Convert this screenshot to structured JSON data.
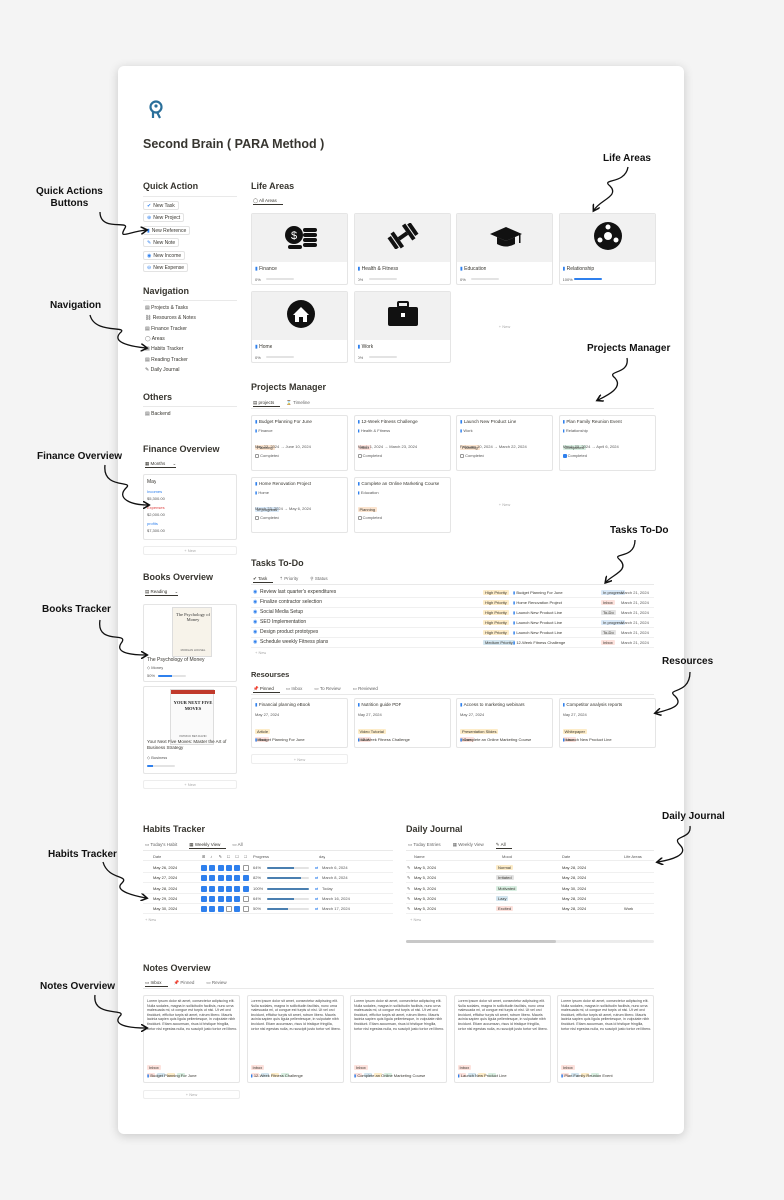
{
  "page": {
    "title": "Second Brain ( PARA Method )"
  },
  "annotations": {
    "quick_actions": "Quick Actions\nButtons",
    "navigation": "Navigation",
    "finance_overview": "Finance Overview",
    "books_tracker": "Books Tracker",
    "habits_tracker": "Habits Tracker",
    "notes_overview": "Notes Overview",
    "life_areas": "Life Areas",
    "projects_manager": "Projects Manager",
    "tasks_todo": "Tasks To-Do",
    "resources": "Resources",
    "daily_journal": "Daily Journal"
  },
  "quick_action": {
    "title": "Quick Action",
    "buttons": [
      "New Task",
      "New Project",
      "New Reference",
      "New Note",
      "New Income",
      "New Expense"
    ]
  },
  "navigation": {
    "title": "Navigation",
    "items": [
      "Projects & Tasks",
      "Resources & Notes",
      "Finance Tracker",
      "Areas",
      "Habits Tracker",
      "Reading Tracker",
      "Daily Journal"
    ]
  },
  "others": {
    "title": "Others",
    "items": [
      "Backend"
    ]
  },
  "finance": {
    "title": "Finance Overview",
    "view": "Months",
    "month": "May",
    "income_label": "Incomes",
    "income": "$5,300.00",
    "expense_label": "Expenses",
    "expense": "$2,000.00",
    "profit_label": "profits",
    "profit": "$7,300.00",
    "new": "+ New"
  },
  "books": {
    "title": "Books Overview",
    "view": "Reading",
    "new": "+ New",
    "items": [
      {
        "cover_title": "The Psychology of Money",
        "cover_author": "MORGAN HOUSEL",
        "name": "The Psychology of Money",
        "tag": "Money",
        "progress_label": "50%",
        "progress": 0.5
      },
      {
        "cover_title": "YOUR NEXT FIVE MOVES",
        "cover_author": "PATRICK BET-DAVID",
        "name": "Your Next Five Moves: Master the Art of Business Strategy",
        "tag": "Business",
        "progress_label": "",
        "progress": 0.2
      }
    ]
  },
  "life_areas": {
    "title": "Life Areas",
    "view": "All Areas",
    "new": "+ New",
    "items": [
      {
        "icon": "money-icon",
        "name": "Finance",
        "pct": "0%",
        "progress": 0
      },
      {
        "icon": "dumbbell-icon",
        "name": "Health & Fitness",
        "pct": "0%",
        "progress": 0
      },
      {
        "icon": "graduation-cap-icon",
        "name": "Education",
        "pct": "0%",
        "progress": 0
      },
      {
        "icon": "people-network-icon",
        "name": "Relationship",
        "pct": "100%",
        "progress": 1
      },
      {
        "icon": "home-icon",
        "name": "Home",
        "pct": "0%",
        "progress": 0
      },
      {
        "icon": "briefcase-icon",
        "name": "Work",
        "pct": "0%",
        "progress": 0
      }
    ]
  },
  "projects": {
    "title": "Projects Manager",
    "tabs": [
      "projects",
      "Timeline"
    ],
    "new": "+ New",
    "items": [
      {
        "name": "Budget Planning For June",
        "area": "Finance",
        "status": "Planning",
        "dates": "May 22, 2024 → June 10, 2024",
        "done": "Completed"
      },
      {
        "name": "12-Week Fitness Challenge",
        "area": "Health & Fitness",
        "status": "Inbox",
        "dates": "March 1, 2024 → March 23, 2024",
        "done": "Completed"
      },
      {
        "name": "Launch New Product Line",
        "area": "Work",
        "status": "Planning",
        "dates": "February 10, 2024 → March 22, 2024",
        "done": "Completed"
      },
      {
        "name": "Plan Family Reunion Event",
        "area": "Relationship",
        "status": "Completed",
        "dates": "March 25, 2024 → April 6, 2024",
        "done": "Completed"
      },
      {
        "name": "Home Renovation Project",
        "area": "Home",
        "status": "In progress",
        "dates": "March 23, 2024 → May 6, 2024",
        "done": "Completed"
      },
      {
        "name": "Complete an Online Marketing Course",
        "area": "Education",
        "status": "Planning",
        "dates": "",
        "done": "Completed"
      }
    ]
  },
  "tasks": {
    "title": "Tasks To-Do",
    "tabs": [
      "Task",
      "Priority",
      "Status"
    ],
    "new": "+ New",
    "items": [
      {
        "name": "Review last quarter's expenditures",
        "priority": "High Priority",
        "project": "Budget Planning For June",
        "status": "In progress",
        "date": "March 21, 2024"
      },
      {
        "name": "Finalize contractor selection",
        "priority": "High Priority",
        "project": "Home Renovation Project",
        "status": "Inbox",
        "date": "March 21, 2024"
      },
      {
        "name": "Social Media Setup",
        "priority": "High Priority",
        "project": "Launch New Product Line",
        "status": "To-Do",
        "date": "March 21, 2024"
      },
      {
        "name": "SEO Implementation",
        "priority": "High Priority",
        "project": "Launch New Product Line",
        "status": "In progress",
        "date": "March 21, 2024"
      },
      {
        "name": "Design product prototypes",
        "priority": "High Priority",
        "project": "Launch New Product Line",
        "status": "To-Do",
        "date": "March 21, 2024"
      },
      {
        "name": "Schedule weekly Fitness plans",
        "priority": "Medium Priority",
        "project": "12-Week Fitness Challenge",
        "status": "Inbox",
        "date": "March 21, 2024"
      }
    ]
  },
  "resources": {
    "title": "Resourses",
    "tabs": [
      "Pinned",
      "Inbox",
      "To Review",
      "Reviewed"
    ],
    "new": "+ New",
    "items": [
      {
        "name": "Financial planning eBook",
        "date": "May 27, 2024",
        "type": "Article",
        "status": "Inbox",
        "project": "Budget Planning For June"
      },
      {
        "name": "Nutrition guide PDF",
        "date": "May 27, 2024",
        "type": "Video Tutorial",
        "status": "Inbox",
        "project": "12-Week Fitness Challenge"
      },
      {
        "name": "Access to marketing webinars",
        "date": "May 27, 2024",
        "type": "Presentation Slides",
        "status": "Inbox",
        "project": "Complete an Online Marketing Course"
      },
      {
        "name": "Competitor analysis reports",
        "date": "May 27, 2024",
        "type": "Whitepaper",
        "status": "Inbox",
        "project": "Launch New Product Line"
      }
    ]
  },
  "habits": {
    "title": "Habits Tracker",
    "tabs": [
      "Today's Habit",
      "Weekly View",
      "All"
    ],
    "columns": [
      "Date",
      "Progress",
      "day"
    ],
    "new": "+ New",
    "rows": [
      {
        "date": "May 26, 2024",
        "pct": "64%",
        "progress": 0.64,
        "day": "March 6, 2024",
        "checks": [
          1,
          1,
          1,
          1,
          1,
          0
        ]
      },
      {
        "date": "May 27, 2024",
        "pct": "82%",
        "progress": 0.82,
        "day": "March 8, 2024",
        "checks": [
          1,
          1,
          1,
          1,
          1,
          1
        ]
      },
      {
        "date": "May 28, 2024",
        "pct": "100%",
        "progress": 1,
        "day": "Today",
        "checks": [
          1,
          1,
          1,
          1,
          1,
          1
        ]
      },
      {
        "date": "May 29, 2024",
        "pct": "64%",
        "progress": 0.64,
        "day": "March 16, 2024",
        "checks": [
          1,
          1,
          1,
          1,
          1,
          0
        ]
      },
      {
        "date": "May 30, 2024",
        "pct": "50%",
        "progress": 0.5,
        "day": "March 17, 2024",
        "checks": [
          1,
          1,
          1,
          0,
          1,
          0
        ]
      }
    ]
  },
  "journal": {
    "title": "Daily Journal",
    "tabs": [
      "Today Entries",
      "Weekly View",
      "All"
    ],
    "columns": [
      "Name",
      "Mood",
      "Date",
      "Life Areas"
    ],
    "new": "+ New",
    "rows": [
      {
        "name": "May 5, 2024",
        "mood": "Normal",
        "date": "May 28, 2024",
        "area": ""
      },
      {
        "name": "May 5, 2024",
        "mood": "Irritated",
        "date": "May 28, 2024",
        "area": ""
      },
      {
        "name": "May 5, 2024",
        "mood": "Motivated",
        "date": "May 30, 2024",
        "area": ""
      },
      {
        "name": "May 5, 2024",
        "mood": "Lazy",
        "date": "May 28, 2024",
        "area": ""
      },
      {
        "name": "May 5, 2024",
        "mood": "Excited",
        "date": "May 28, 2024",
        "area": "Work"
      }
    ]
  },
  "notes": {
    "title": "Notes Overview",
    "tabs": [
      "Inbox",
      "Pinned",
      "Review"
    ],
    "new": "+ New",
    "body": "Lorem ipsum dolor sit amet, consectetur adipiscing elit. Nulla sodales, magna in sollicitudin facilisis, nunc urna malesuada mi, ut congue est turpis ut nisi. Ut vel orci tincidunt, efficitur turpis sit amet, rutrum libero. Mauris lacinia sapien quis ligula pellentesque, in vulputate nibh tincidunt. Etiam accumsan, risus id tristique fringilla, tortor nisl egestas nulla, eu suscipit justo tortor vel libero.",
    "items": [
      {
        "status": "Inbox",
        "project": "Budget Planning For June"
      },
      {
        "status": "Inbox",
        "project": "12-Week Fitness Challenge"
      },
      {
        "status": "Inbox",
        "project": "Complete an Online Marketing Course"
      },
      {
        "status": "Inbox",
        "project": "Launch New Product Line"
      },
      {
        "status": "Inbox",
        "project": "Plan Family Reunion Event"
      }
    ]
  },
  "colors": {
    "accent": "#2f80ed",
    "planning": "#fbe4cf",
    "inbox": "#fde2dd",
    "progress": "#d8e8f7",
    "completed": "#d9efe2",
    "todo": "#e3e3e3",
    "high": "#fdecc8",
    "medium": "#d3e5ef"
  }
}
